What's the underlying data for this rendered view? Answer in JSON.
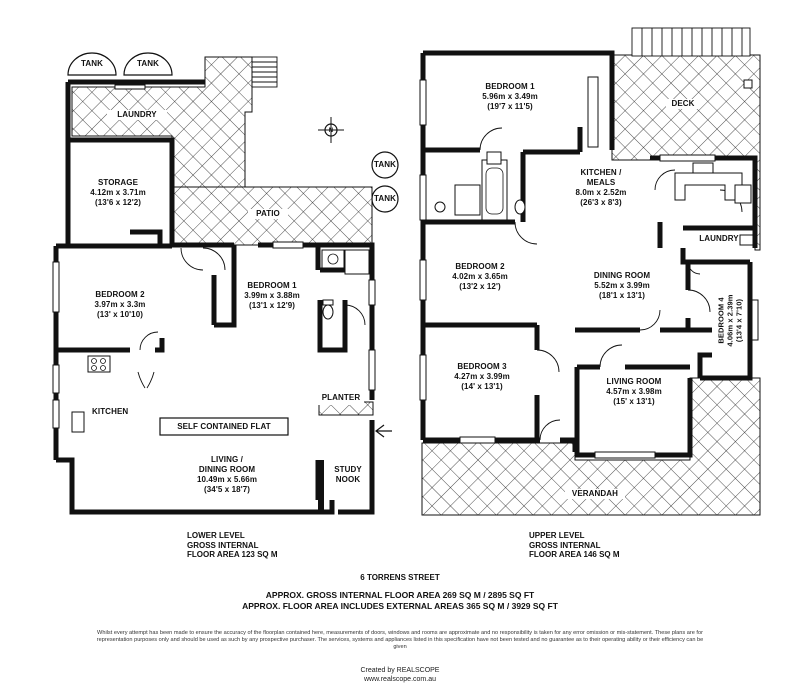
{
  "lower_level": {
    "tanks": [
      "TANK",
      "TANK"
    ],
    "laundry": "LAUNDRY",
    "storage": {
      "name": "STORAGE",
      "dim_m": "4.12m x 3.71m",
      "dim_ft": "(13'6 x 12'2)"
    },
    "patio": "PATIO",
    "bedroom1": {
      "name": "BEDROOM 1",
      "dim_m": "3.99m x 3.88m",
      "dim_ft": "(13'1 x 12'9)"
    },
    "bedroom2": {
      "name": "BEDROOM 2",
      "dim_m": "3.97m x 3.3m",
      "dim_ft": "(13' x 10'10)"
    },
    "planter": "PLANTER",
    "kitchen": "KITCHEN",
    "flat_label": "SELF CONTAINED FLAT",
    "living": {
      "name_line1": "LIVING /",
      "name_line2": "DINING ROOM",
      "dim_m": "10.49m x 5.66m",
      "dim_ft": "(34'5 x 18'7)"
    },
    "study": {
      "line1": "STUDY",
      "line2": "NOOK"
    },
    "summary": [
      "LOWER LEVEL",
      "GROSS INTERNAL",
      "FLOOR AREA 123 SQ M"
    ]
  },
  "site_tanks": [
    "TANK",
    "TANK"
  ],
  "upper_level": {
    "bedroom1": {
      "name": "BEDROOM 1",
      "dim_m": "5.96m x 3.49m",
      "dim_ft": "(19'7 x 11'5)"
    },
    "deck": "DECK",
    "kitchen": {
      "line1": "KITCHEN /",
      "line2": "MEALS",
      "dim_m": "8.0m x 2.52m",
      "dim_ft": "(26'3 x 8'3)"
    },
    "laundry": "LAUNDRY",
    "bedroom2": {
      "name": "BEDROOM 2",
      "dim_m": "4.02m x 3.65m",
      "dim_ft": "(13'2 x 12')"
    },
    "dining": {
      "name": "DINING ROOM",
      "dim_m": "5.52m x 3.99m",
      "dim_ft": "(18'1 x 13'1)"
    },
    "bedroom4": {
      "name": "BEDROOM 4",
      "dim_m": "4.06m x 2.39m",
      "dim_ft": "(13'4 x 7'10)"
    },
    "bedroom3": {
      "name": "BEDROOM 3",
      "dim_m": "4.27m x 3.99m",
      "dim_ft": "(14' x 13'1)"
    },
    "living": {
      "name": "LIVING ROOM",
      "dim_m": "4.57m x 3.98m",
      "dim_ft": "(15' x 13'1)"
    },
    "verandah": "VERANDAH",
    "summary": [
      "UPPER  LEVEL",
      "GROSS INTERNAL",
      "FLOOR AREA 146 SQ M"
    ]
  },
  "footer": {
    "address": "6 TORRENS STREET",
    "area_line1": "APPROX. GROSS INTERNAL FLOOR AREA 269 SQ M / 2895 SQ FT",
    "area_line2": "APPROX. FLOOR AREA INCLUDES EXTERNAL AREAS 365 SQ M / 3929 SQ FT",
    "disclaimer": "Whilst every attempt has been made to ensure the accuracy of the floorplan contained here, measurements of doors, windows and rooms are approximate and no responsibility is taken for any error omission or mis-statement. These plans are for representation purposes only and should  be used as such by any prospective purchaser. The services, systems and appliances listed in this specification have not been tested and no guarantee as to their operating ability or their efficiency can be given",
    "credit_line1": "Created by REALSCOPE",
    "credit_line2": "www.realscope.com.au"
  },
  "compass": "N",
  "icons": [
    "compass-icon",
    "entry-arrow-icon"
  ]
}
